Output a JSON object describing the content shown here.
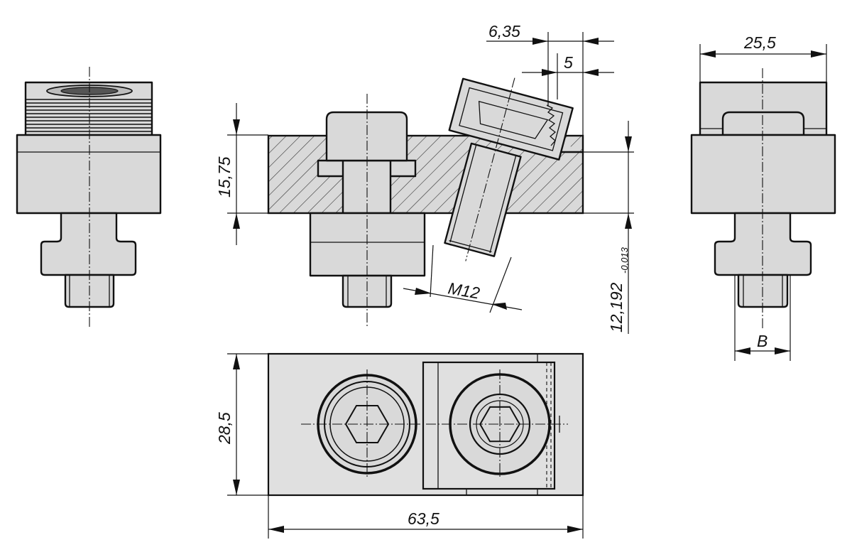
{
  "dimensions": {
    "width_top": "6,35",
    "offset_top": "5",
    "height_left": "15,75",
    "thread": "M12",
    "slot_height": "12,192",
    "slot_tolerance": "-0,013",
    "depth_right": "25,5",
    "key_width": "B",
    "width_plan": "28,5",
    "length_plan": "63,5"
  }
}
